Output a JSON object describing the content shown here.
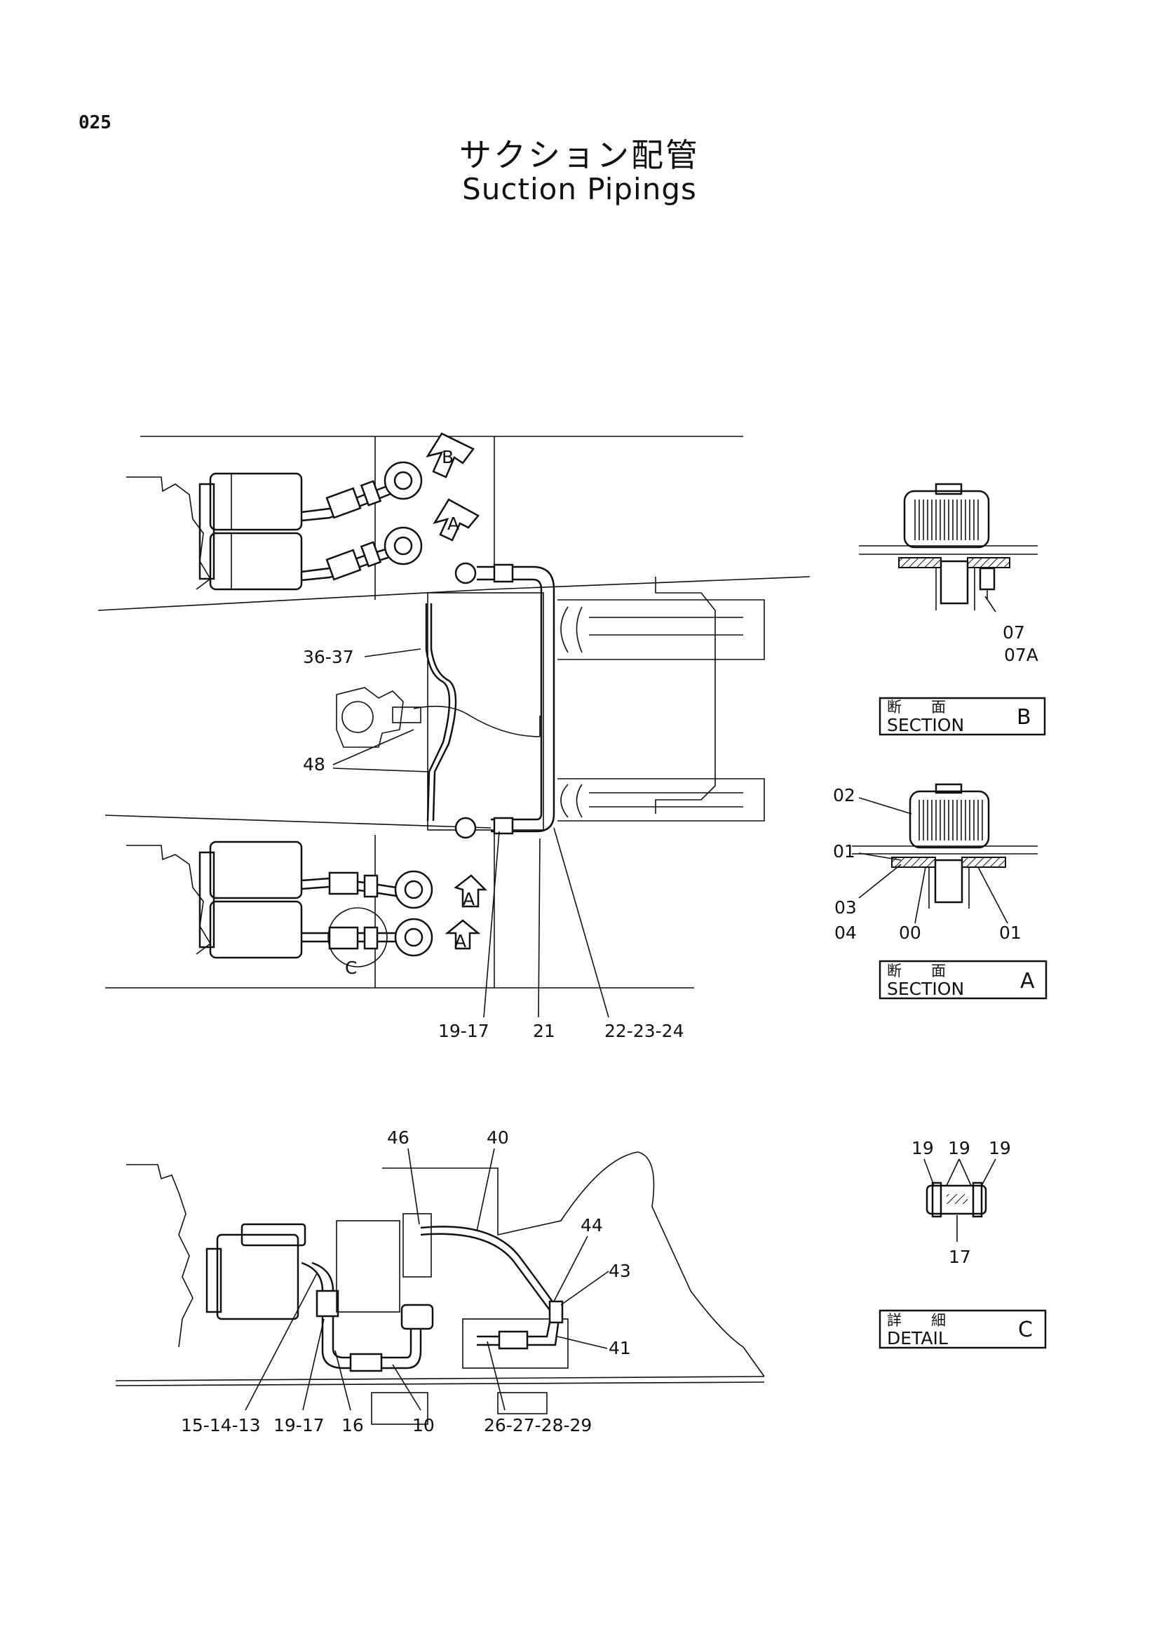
{
  "page_number": "025",
  "title_jp": "サクション配管",
  "title_en": "Suction Pipings",
  "main_view": {
    "arrow_labels": [
      "B",
      "A",
      "A",
      "A"
    ],
    "detail_marker": "C",
    "labels": {
      "l36_37": "36-37",
      "l48": "48",
      "l19_17": "19-17",
      "l21": "21",
      "l22_23_24": "22-23-24"
    }
  },
  "side_view": {
    "labels": {
      "l46": "46",
      "l40": "40",
      "l44": "44",
      "l43": "43",
      "l41": "41",
      "l15_14_13": "15-14-13",
      "l19_17": "19-17",
      "l16": "16",
      "l10": "10",
      "l26_27_28_29": "26-27-28-29"
    }
  },
  "section_b": {
    "jp": "断　　面",
    "en": "SECTION",
    "letter": "B",
    "labels": {
      "l07": "07",
      "l07a": "07A"
    }
  },
  "section_a": {
    "jp": "断　　面",
    "en": "SECTION",
    "letter": "A",
    "labels": {
      "l02": "02",
      "l01_top": "01",
      "l03": "03",
      "l04": "04",
      "l00": "00",
      "l01_bottom": "01"
    }
  },
  "detail_c": {
    "jp": "詳　　細",
    "en": "DETAIL",
    "letter": "C",
    "labels": {
      "l19a": "19",
      "l19b": "19",
      "l19c": "19",
      "l17": "17"
    }
  }
}
